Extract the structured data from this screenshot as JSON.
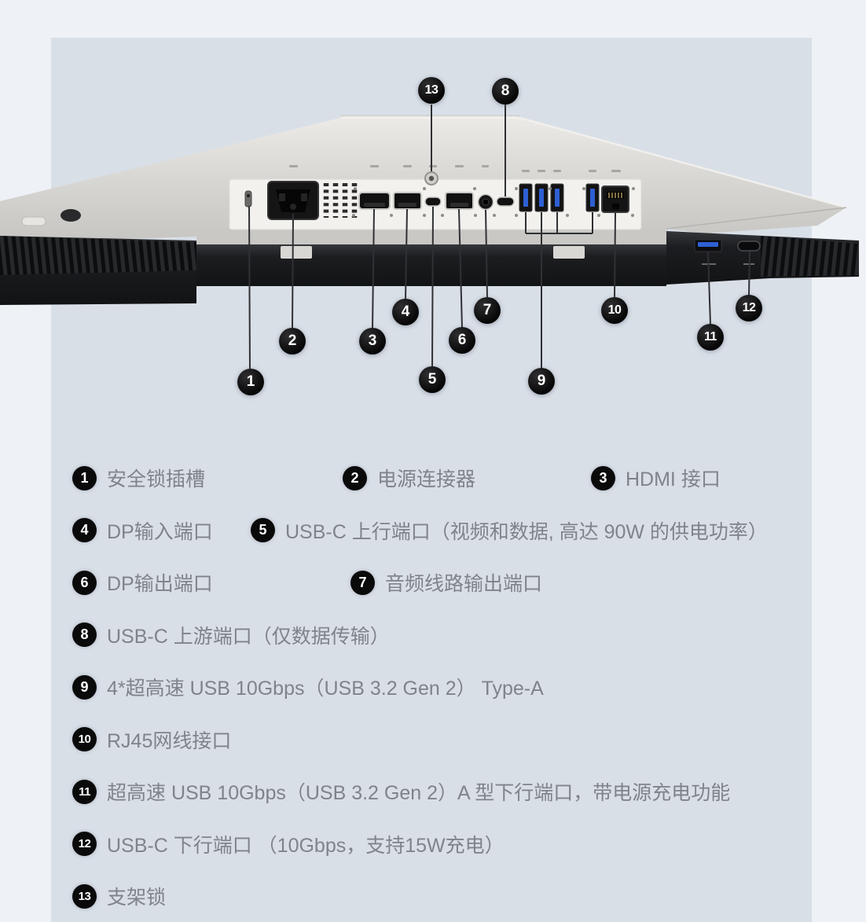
{
  "figure": {
    "description": "monitor-bottom-rear-port-view",
    "callouts": [
      "1",
      "2",
      "3",
      "4",
      "5",
      "6",
      "7",
      "8",
      "9",
      "10",
      "11",
      "12",
      "13"
    ],
    "port_icons": [
      "kensington-lock-slot-icon",
      "ac-power-inlet-icon",
      "vent-grille-icon",
      "hdmi-port-icon",
      "dp-in-port-icon",
      "usb-c-upstream-port-icon",
      "dp-out-port-icon",
      "audio-line-out-jack-icon",
      "usb-c-data-port-icon",
      "usb-a-port-icon",
      "rj45-port-icon",
      "usb-a-quick-access-port-icon",
      "usb-c-quick-access-port-icon",
      "stand-lock-screw-icon"
    ],
    "colors": {
      "panel_bg": "#d9dfe7",
      "outer_bg": "#eef1f5",
      "monitor_silver": "#d9d8d5",
      "monitor_black": "#1c1d20",
      "usb_blue": "#2e5fd3",
      "callout_bg": "#0a0a0b",
      "legend_text": "#7f838a"
    }
  },
  "legend": {
    "items": [
      {
        "num": "1",
        "label": "安全锁插槽"
      },
      {
        "num": "2",
        "label": "电源连接器"
      },
      {
        "num": "3",
        "label": "HDMI 接口"
      },
      {
        "num": "4",
        "label": "DP输入端口"
      },
      {
        "num": "5",
        "label": "USB-C 上行端口（视频和数据, 高达 90W 的供电功率）"
      },
      {
        "num": "6",
        "label": "DP输出端口"
      },
      {
        "num": "7",
        "label": "音频线路输出端口"
      },
      {
        "num": "8",
        "label": "USB-C 上游端口（仅数据传输）"
      },
      {
        "num": "9",
        "label": "4*超高速 USB 10Gbps（USB 3.2 Gen 2） Type-A"
      },
      {
        "num": "10",
        "label": "RJ45网线接口"
      },
      {
        "num": "11",
        "label": "超高速 USB 10Gbps（USB 3.2 Gen 2）A 型下行端口，带电源充电功能"
      },
      {
        "num": "12",
        "label": "USB-C 下行端口 （10Gbps，支持15W充电）"
      },
      {
        "num": "13",
        "label": "支架锁"
      }
    ]
  }
}
